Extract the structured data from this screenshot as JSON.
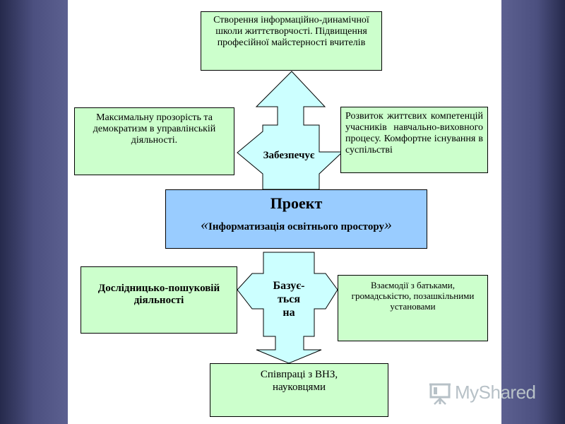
{
  "diagram": {
    "top_box": "Створення інформаційно-динамічної школи життєтворчості. Підвищення професійної майстерності вчителів",
    "left_top_box": "Максимальну прозорість та демократизм в управлінській діяльності.",
    "right_top_box": "Розвиток життєвих компетенцій учасників навчально-виховного процесу. Комфортне існування в суспільстві",
    "center_title": "Проект",
    "center_subtitle": "Інформатизація освітнього простору",
    "center_quote_open": "«",
    "center_quote_close": "»",
    "upper_arrow_label": "Забезпечує",
    "lower_arrow_label_lines": [
      "Базує-",
      "ться",
      "на"
    ],
    "left_bottom_box": "Дослідницько-пошуковій діяльності",
    "right_bottom_box": "Взаємодії з батьками, громадськістю, позашкільними установами",
    "bottom_box": "Співпраці з ВНЗ, науковцями"
  },
  "colors": {
    "box_fill": "#ccffcc",
    "center_fill": "#99ccff",
    "arrow_fill": "#ccffff"
  },
  "logo": {
    "text": "MyShared",
    "icon": "presentation-board-icon"
  }
}
